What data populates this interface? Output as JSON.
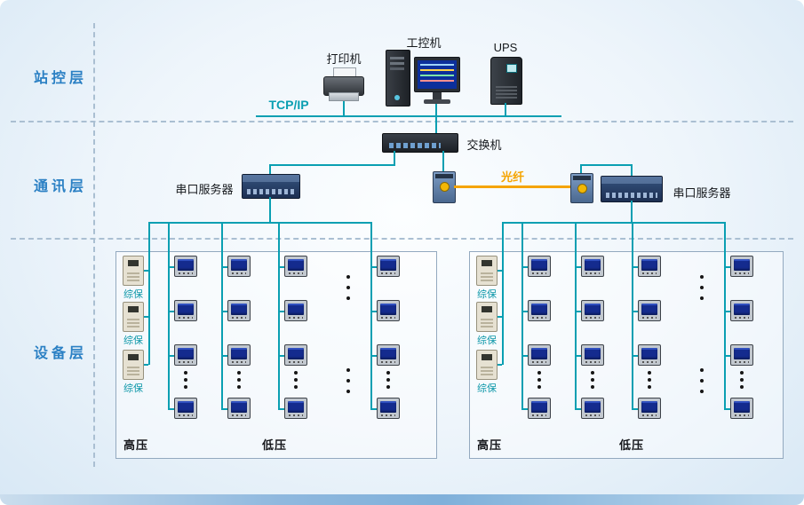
{
  "layers": {
    "station": "站控层",
    "comm": "通讯层",
    "device": "设备层"
  },
  "station": {
    "printer_label": "打印机",
    "ipc_label": "工控机",
    "ups_label": "UPS",
    "bus_label": "TCP/IP"
  },
  "comm": {
    "switch_label": "交换机",
    "serial_left_label": "串口服务器",
    "serial_right_label": "串口服务器",
    "fiber_label": "光纤"
  },
  "device": {
    "left_box": {
      "protection": [
        "综保",
        "综保",
        "综保"
      ],
      "hv_label": "高压",
      "lv_label": "低压"
    },
    "right_box": {
      "protection": [
        "综保",
        "综保",
        "综保"
      ],
      "hv_label": "高压",
      "lv_label": "低压"
    }
  },
  "colors": {
    "line": "#0a9fb2",
    "fiber": "#f5a400",
    "layer_label": "#2b80c4",
    "protection_label": "#0a96a8",
    "dash": "#aabfd2"
  }
}
